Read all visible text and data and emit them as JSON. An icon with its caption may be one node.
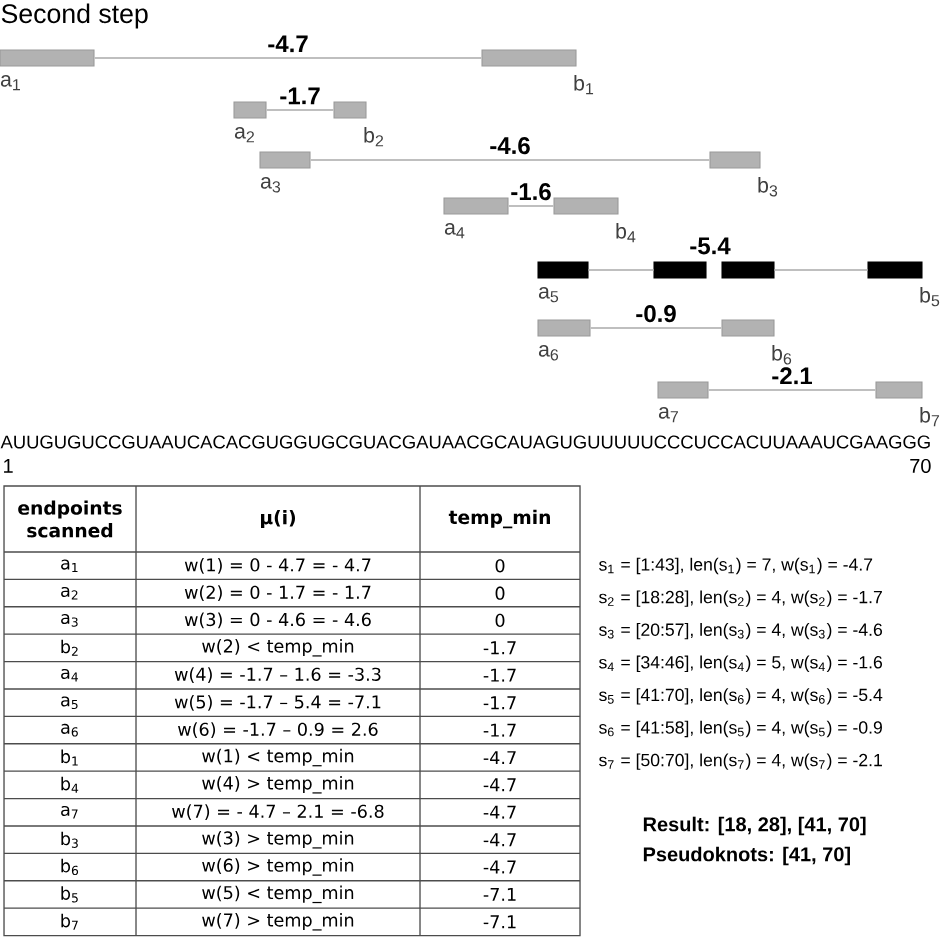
{
  "diagram": {
    "title": "Second step",
    "nodes": [
      {
        "text": [],
        "shape": "bar",
        "beside": [
          "a$_{1}$"
        ]
      },
      {
        "text": [],
        "shape": "bar",
        "beside": [
          "b$_{1}$"
        ]
      },
      {
        "text": [],
        "shape": "bar",
        "beside": [
          "a$_{2}$"
        ]
      },
      {
        "text": [],
        "shape": "bar",
        "beside": [
          "b$_{2}$"
        ]
      },
      {
        "text": [],
        "shape": "bar",
        "beside": [
          "a$_{3}$"
        ]
      },
      {
        "text": [],
        "shape": "bar",
        "beside": [
          "b$_{3}$"
        ]
      },
      {
        "text": [],
        "shape": "bar",
        "beside": [
          "a$_{4}$"
        ]
      },
      {
        "text": [],
        "shape": "bar",
        "beside": [
          "b$_{4}$"
        ]
      },
      {
        "text": [],
        "shape": "bar",
        "beside": [
          "a$_{5}$"
        ]
      },
      {
        "text": [],
        "shape": "bar"
      },
      {
        "text": [],
        "shape": "bar"
      },
      {
        "text": [],
        "shape": "bar",
        "beside": [
          "b$_{5}$"
        ]
      },
      {
        "text": [],
        "shape": "bar",
        "beside": [
          "a$_{6}$"
        ]
      },
      {
        "text": [],
        "shape": "bar",
        "beside": [
          "b$_{6}$"
        ]
      },
      {
        "text": [],
        "shape": "bar",
        "beside": [
          "a$_{7}$"
        ]
      },
      {
        "text": [],
        "shape": "bar",
        "beside": [
          "b$_{7}$"
        ]
      }
    ],
    "edges": [
      {
        "from": 0,
        "to": 1,
        "arrow": "none",
        "label": "-4.7"
      },
      {
        "from": 2,
        "to": 3,
        "arrow": "none",
        "label": "-1.7"
      },
      {
        "from": 4,
        "to": 5,
        "arrow": "none",
        "label": "-4.6"
      },
      {
        "from": 6,
        "to": 7,
        "arrow": "none",
        "label": "-1.6"
      },
      {
        "from": 8,
        "to": 9,
        "arrow": "none"
      },
      {
        "from": 10,
        "to": 11,
        "arrow": "none"
      },
      {
        "from": 12,
        "to": 13,
        "arrow": "none",
        "label": "-0.9"
      },
      {
        "from": 14,
        "to": 15,
        "arrow": "none",
        "label": "-2.1"
      }
    ],
    "labels": [
      "-5.4",
      "AUUGUGUCCGUAAUCACACGUGGUGCGUACGAUAACGCAUAGUGUUUUUCCCUCCACUUAAAUCGAAGGG",
      "1",
      "70",
      "endpoints scanned",
      "μ(i)",
      "temp_min",
      "a$_{1}$",
      "w(1) = 0 - 4.7 = - 4.7",
      "0",
      "a$_{2}$",
      "w(2) = 0 - 1.7 = - 1.7",
      "0",
      "a$_{3}$",
      "w(3) = 0 - 4.6 = - 4.6",
      "0",
      "b$_{2}$",
      "w(2) < temp_min",
      "-1.7",
      "a$_{4}$",
      "w(4) = -1.7 – 1.6 = -3.3",
      "-1.7",
      "a$_{5}$",
      "w(5) = -1.7 – 5.4 = -7.1",
      "-1.7",
      "a$_{6}$",
      "w(6) = -1.7 – 0.9 = 2.6",
      "-1.7",
      "b$_{1}$",
      "w(1) < temp_min",
      "-4.7",
      "b$_{4}$",
      "w(4) > temp_min",
      "-4.7",
      "a$_{7}$",
      "w(7) = - 4.7 – 2.1 = -6.8",
      "-4.7",
      "b$_{3}$",
      "w(3) > temp_min",
      "-4.7",
      "b$_{6}$",
      "w(6) > temp_min",
      "-4.7",
      "b$_{5}$",
      "w(5) < temp_min",
      "-7.1",
      "b$_{7}$",
      "w(7) > temp_min",
      "-7.1",
      "s$_{1}$ = [1:43], len(s$_{1}$) = 7, w(s$_{1}$) = -4.7",
      "s$_{2}$ = [18:28], len(s$_{2}$) = 4, w(s$_{2}$) = -1.7",
      "s$_{3}$ = [20:57], len(s$_{3}$) = 4, w(s$_{3}$) = -4.6",
      "s$_{4}$ = [34:46], len(s$_{4}$) = 5, w(s$_{4}$) = -1.6",
      "s$_{5}$ = [41:70], len(s$_{6}$) = 4, w(s$_{6}$) = -5.4",
      "s$_{6}$ = [41:58], len(s$_{5}$) = 4, w(s$_{5}$) = -0.9",
      "s$_{7}$ = [50:70], len(s$_{7}$) = 4, w(s$_{7}$) = -2.1",
      "Result: [18, 28], [41, 70]",
      "Pseudoknots: [41, 70]"
    ]
  }
}
